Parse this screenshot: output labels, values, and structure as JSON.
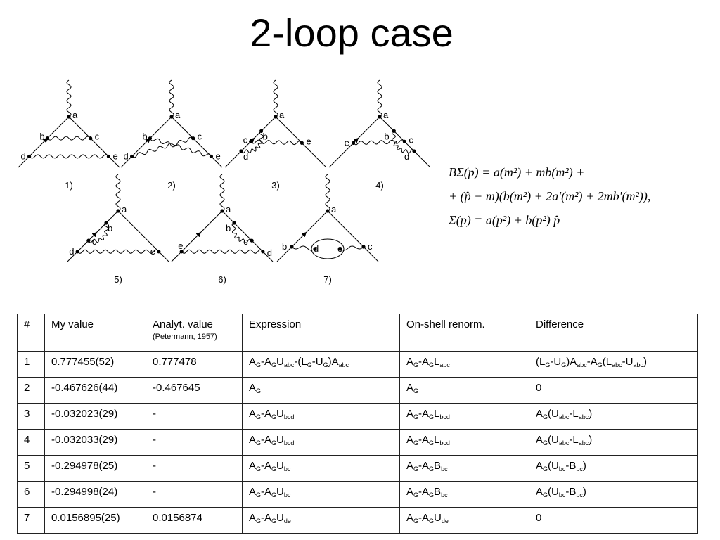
{
  "title": "2-loop case",
  "diagram_labels": [
    "1)",
    "2)",
    "3)",
    "4)",
    "5)",
    "6)",
    "7)"
  ],
  "vertex_letters": [
    "a",
    "b",
    "c",
    "d",
    "e"
  ],
  "formulas": [
    "BΣ(p) = a(m²) + mb(m²) +",
    "+ (p̂ − m)(b(m²) + 2a'(m²) + 2mb'(m²)),",
    "Σ(p) = a(p²) + b(p²) p̂"
  ],
  "table": {
    "headers": [
      "#",
      "My value",
      "Analyt. value",
      "Expression",
      "On-shell renorm.",
      "Difference"
    ],
    "analyt_citation": "(Petermann, 1957)",
    "rows": [
      {
        "n": "1",
        "my": "0.777455(52)",
        "an": "0.777478"
      },
      {
        "n": "2",
        "my": "-0.467626(44)",
        "an": "-0.467645"
      },
      {
        "n": "3",
        "my": "-0.032023(29)",
        "an": "-"
      },
      {
        "n": "4",
        "my": "-0.032033(29)",
        "an": "-"
      },
      {
        "n": "5",
        "my": "-0.294978(25)",
        "an": "-"
      },
      {
        "n": "6",
        "my": "-0.294998(24)",
        "an": "-"
      },
      {
        "n": "7",
        "my": "0.0156895(25)",
        "an": "0.0156874"
      }
    ],
    "expr": [
      [
        [
          "A",
          "G"
        ],
        [
          "-A",
          "G"
        ],
        [
          "U",
          "abc"
        ],
        [
          "-(L",
          "G"
        ],
        [
          "-U",
          "G"
        ],
        [
          ")A",
          "abc"
        ]
      ],
      [
        [
          "A",
          "G"
        ]
      ],
      [
        [
          "A",
          "G"
        ],
        [
          "-A",
          "G"
        ],
        [
          "U",
          "bcd"
        ]
      ],
      [
        [
          "A",
          "G"
        ],
        [
          "-A",
          "G"
        ],
        [
          "U",
          "bcd"
        ]
      ],
      [
        [
          "A",
          "G"
        ],
        [
          "-A",
          "G"
        ],
        [
          "U",
          "bc"
        ]
      ],
      [
        [
          "A",
          "G"
        ],
        [
          "-A",
          "G"
        ],
        [
          "U",
          "bc"
        ]
      ],
      [
        [
          "A",
          "G"
        ],
        [
          "-A",
          "G"
        ],
        [
          "U",
          "de"
        ]
      ]
    ],
    "onshell": [
      [
        [
          "A",
          "G"
        ],
        [
          "-A",
          "G"
        ],
        [
          "L",
          "abc"
        ]
      ],
      [
        [
          "A",
          "G"
        ]
      ],
      [
        [
          "A",
          "G"
        ],
        [
          "-A",
          "G"
        ],
        [
          "L",
          "bcd"
        ]
      ],
      [
        [
          "A",
          "G"
        ],
        [
          "-A",
          "G"
        ],
        [
          "L",
          "bcd"
        ]
      ],
      [
        [
          "A",
          "G"
        ],
        [
          "-A",
          "G"
        ],
        [
          "B",
          "bc"
        ]
      ],
      [
        [
          "A",
          "G"
        ],
        [
          "-A",
          "G"
        ],
        [
          "B",
          "bc"
        ]
      ],
      [
        [
          "A",
          "G"
        ],
        [
          "-A",
          "G"
        ],
        [
          "U",
          "de"
        ]
      ]
    ],
    "diff": [
      [
        [
          "(L",
          "G"
        ],
        [
          "-U",
          "G"
        ],
        [
          ")A",
          "abc"
        ],
        [
          "-A",
          "G"
        ],
        [
          "(L",
          "abc"
        ],
        [
          "-U",
          "abc"
        ],
        [
          ")",
          ""
        ]
      ],
      [
        [
          "0",
          ""
        ]
      ],
      [
        [
          "A",
          "G"
        ],
        [
          "(U",
          "abc"
        ],
        [
          "-L",
          "abc"
        ],
        [
          ")",
          ""
        ]
      ],
      [
        [
          "A",
          "G"
        ],
        [
          "(U",
          "abc"
        ],
        [
          "-L",
          "abc"
        ],
        [
          ")",
          ""
        ]
      ],
      [
        [
          "A",
          "G"
        ],
        [
          "(U",
          "bc"
        ],
        [
          "-B",
          "bc"
        ],
        [
          ")",
          ""
        ]
      ],
      [
        [
          "A",
          "G"
        ],
        [
          "(U",
          "bc"
        ],
        [
          "-B",
          "bc"
        ],
        [
          ")",
          ""
        ]
      ],
      [
        [
          "0",
          ""
        ]
      ]
    ]
  }
}
